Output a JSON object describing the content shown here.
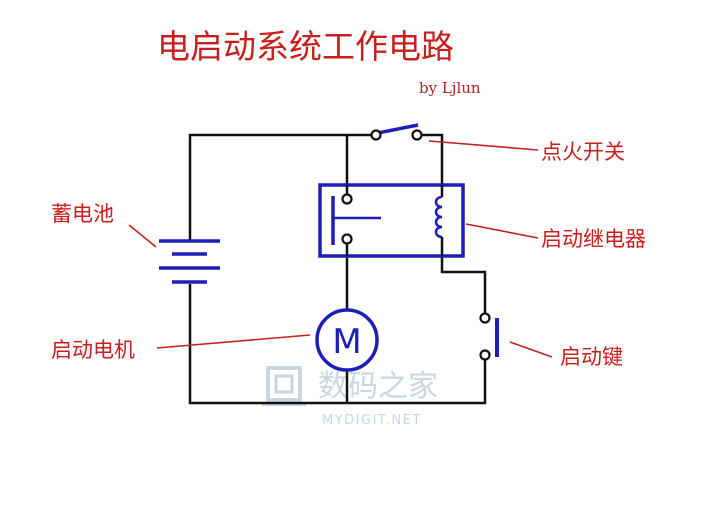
{
  "title": "电启动系统工作电路",
  "author": "by Ljlun",
  "labels": {
    "battery": "蓄电池",
    "ignition_switch": "点火开关",
    "starter_relay": "启动继电器",
    "starter_motor": "启动电机",
    "start_key": "启动键"
  },
  "motor_symbol": "M",
  "watermark": {
    "name": "数码之家",
    "url": "MYDIGIT.NET"
  },
  "colors": {
    "label": "#c81e1e",
    "component": "#1d1db8",
    "wire": "#111111",
    "watermark": "#c9d6e2"
  }
}
